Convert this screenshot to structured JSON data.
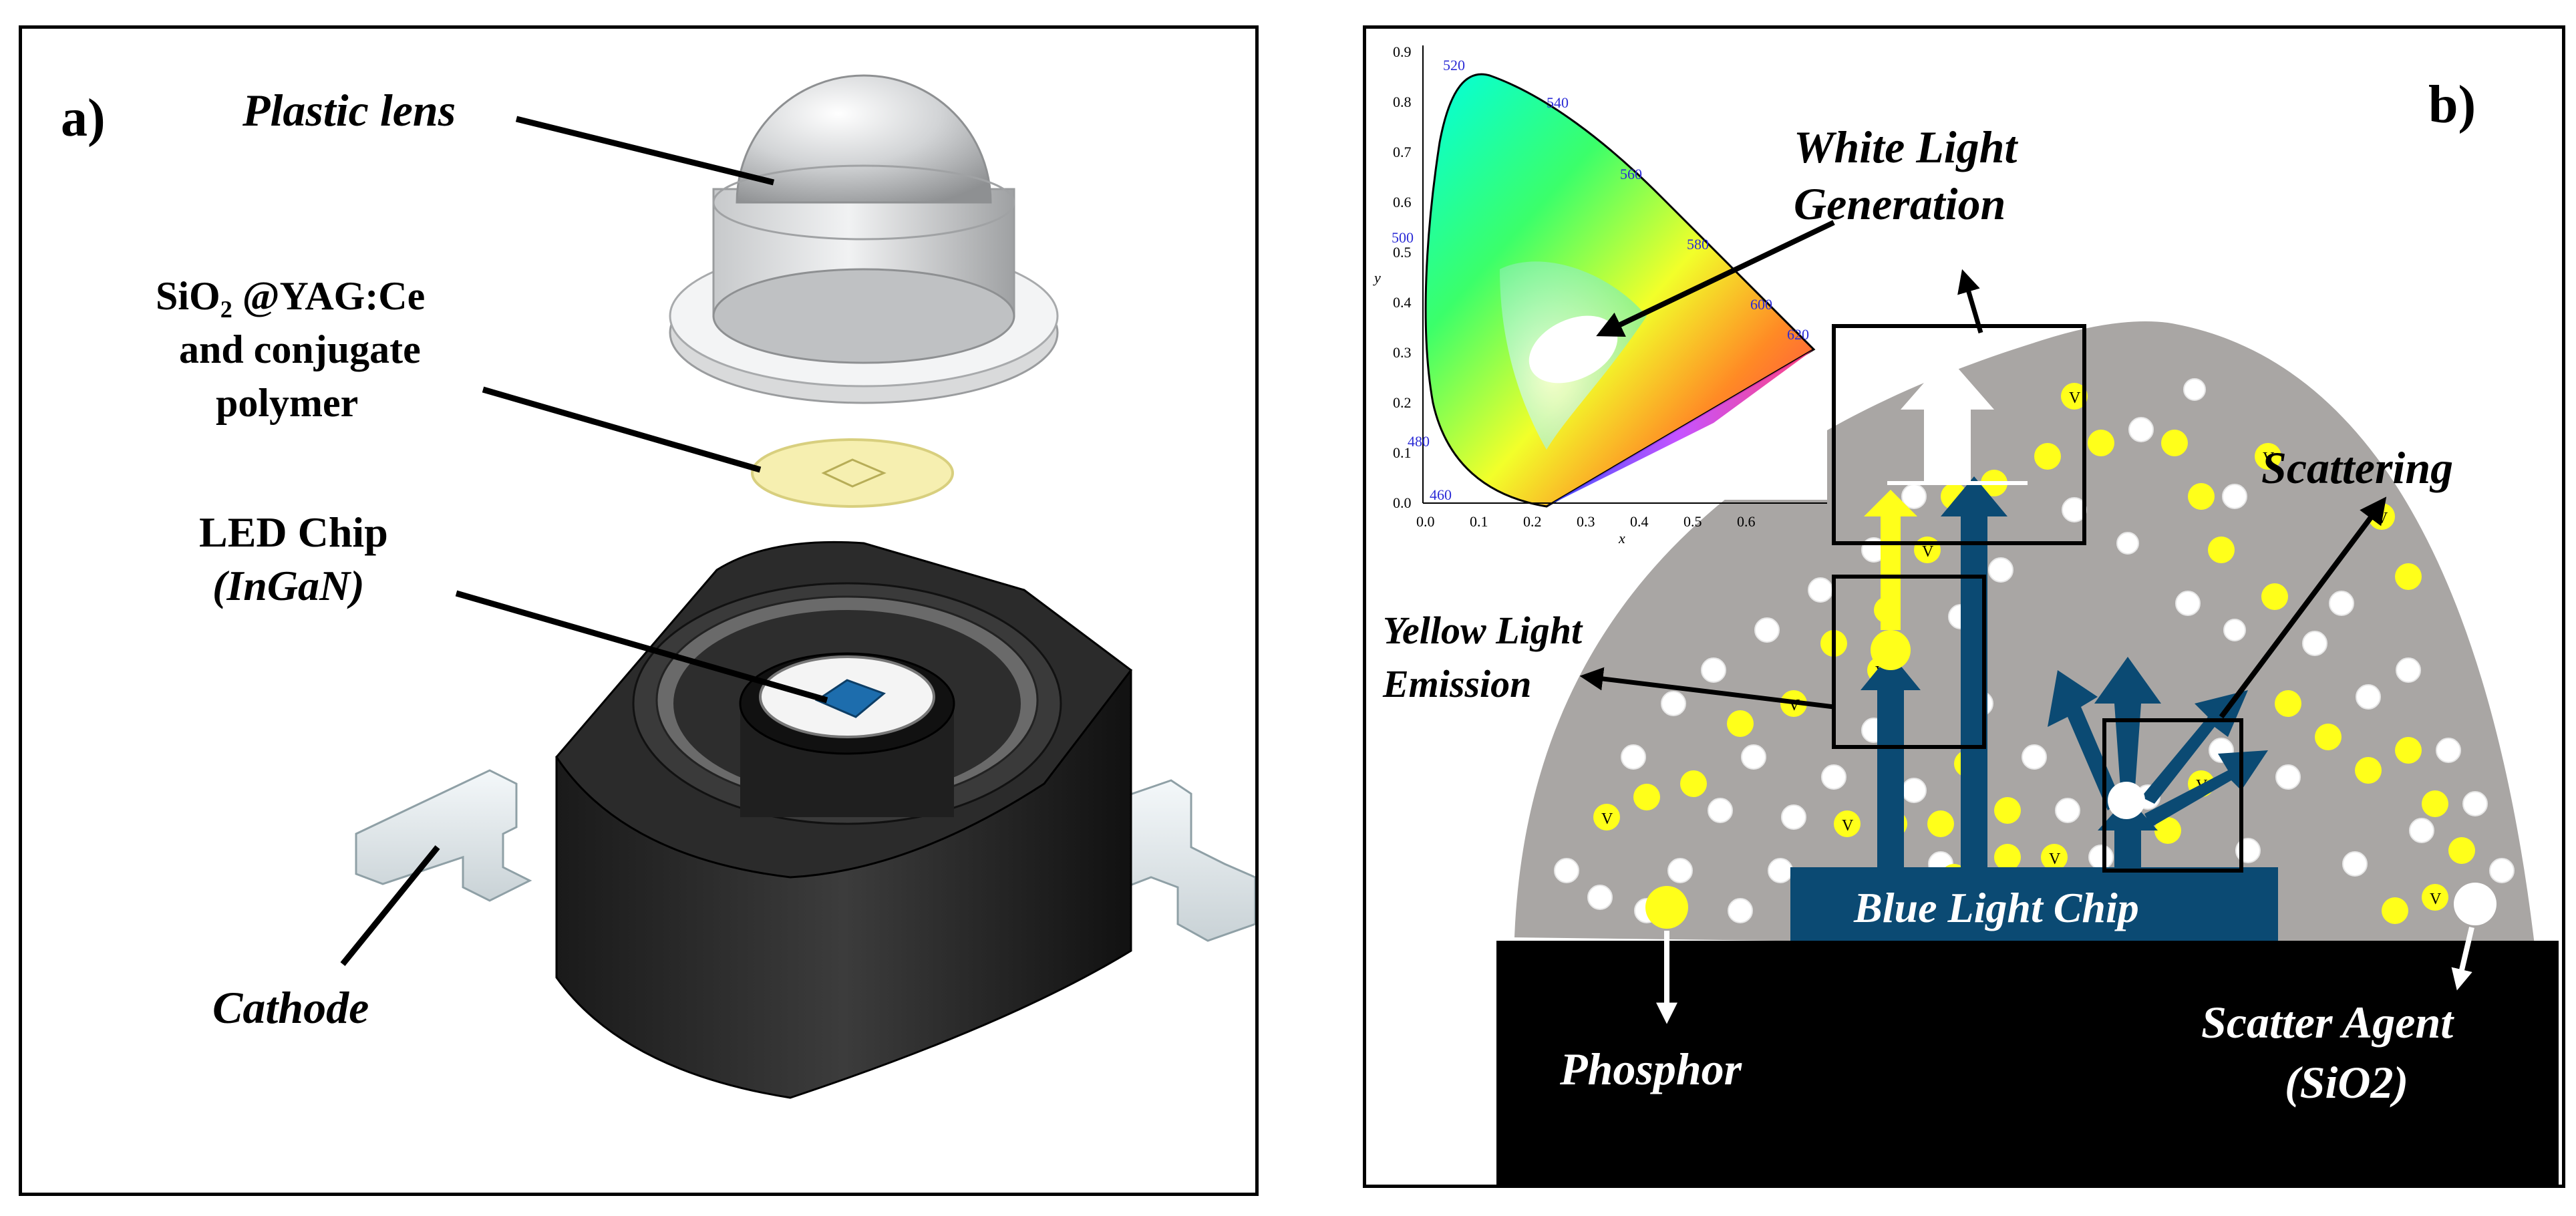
{
  "panel_a": {
    "label": "a)",
    "components": {
      "lens": "Plastic lens",
      "phosphor_line1": "SiO₂ @YAG:Ce",
      "phosphor_line2": "and conjugate",
      "phosphor_line3": "polymer",
      "chip_line1": "LED Chip",
      "chip_line2": "(InGaN)",
      "cathode": "Cathode"
    }
  },
  "panel_b": {
    "label": "b)",
    "labels": {
      "white_line1": "White Light",
      "white_line2": "Generation",
      "scattering": "Scattering",
      "yellow_line1": "Yellow Light",
      "yellow_line2": "Emission",
      "chip": "Blue Light Chip",
      "phosphor": "Phosphor",
      "scatter_line1": "Scatter Agent",
      "scatter_line2": "(SiO2)"
    },
    "phosphor_particle_letter": "V",
    "colors": {
      "dome": "#a9a6a4",
      "blue": "#0b4a73",
      "yellow": "#ffff1a",
      "base": "#000000"
    },
    "cie_inset": {
      "x_label": "x",
      "y_label": "y",
      "x_ticks": [
        "0.0",
        "0.1",
        "0.2",
        "0.3",
        "0.4",
        "0.5",
        "0.6"
      ],
      "y_ticks": [
        "0.0",
        "0.1",
        "0.2",
        "0.3",
        "0.4",
        "0.5",
        "0.6",
        "0.7",
        "0.8",
        "0.9"
      ],
      "wavelength_labels": [
        "520",
        "540",
        "560",
        "580",
        "600",
        "620",
        "500",
        "480",
        "460"
      ]
    }
  }
}
